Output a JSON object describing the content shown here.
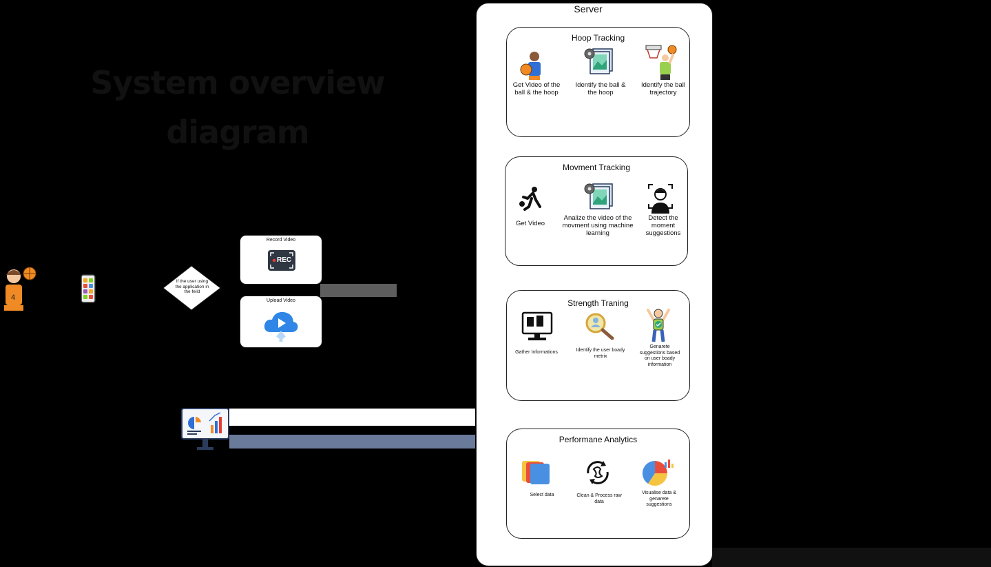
{
  "title": {
    "line1": "System overview",
    "line2": "diagram"
  },
  "server": {
    "label": "Server"
  },
  "boxes": [
    {
      "title": "Hoop Tracking",
      "steps": [
        "Get Video of the ball & the hoop",
        "Identify the ball & the hoop",
        "Identify the ball trajectory"
      ]
    },
    {
      "title": "Movment Tracking",
      "steps": [
        "Get Video",
        "Analize the video of the movment using machine learning",
        "Detect the moment suggestions"
      ]
    },
    {
      "title": "Strength Traning",
      "steps": [
        "Gather Informations",
        "Identify the user boady metrix",
        "Genarete suggestions based on user boady information"
      ]
    },
    {
      "title": "Performane Analytics",
      "steps": [
        "Select data",
        "Clean & Process raw data",
        "Visualise data & genarete suggestions"
      ]
    }
  ],
  "client": {
    "decision_text": "If the user using the application in the feild",
    "record_card": {
      "title": "Record Video",
      "badge": "REC"
    },
    "upload_card": {
      "title": "Upload Video"
    }
  },
  "icons": [
    "player-icon",
    "phone-app-icon",
    "rec-icon",
    "cloud-upload-icon",
    "dashboard-monitor-icon",
    "basketball-player-icon",
    "photos-gear-icon",
    "hoop-shot-icon",
    "dribbling-player-icon",
    "face-scan-icon",
    "monitor-docs-icon",
    "magnifier-person-icon",
    "happy-person-icon",
    "folders-icon",
    "refresh-process-icon",
    "pie-chart-icon"
  ],
  "colors": {
    "background": "#000000",
    "panel": "#ffffff",
    "stroke": "#222222",
    "rec_bg": "#2f3742",
    "cloud": "#2f86e6",
    "orange": "#f08a24"
  }
}
